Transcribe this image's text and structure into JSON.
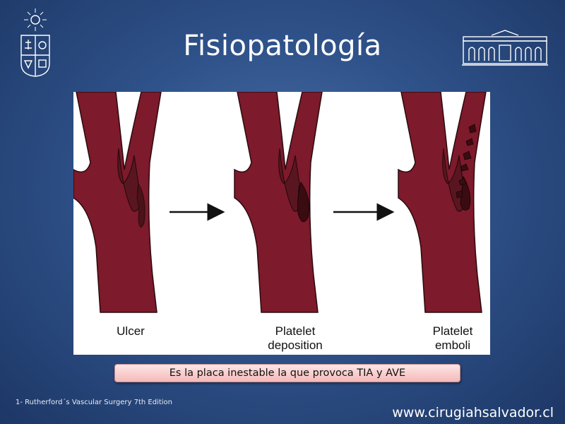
{
  "slide": {
    "title": "Fisiopatología",
    "caption": "Es la placa inestable la que provoca TIA y AVE",
    "reference": "1- Rutherford´s  Vascular Surgery 7th Edition",
    "website": "www.cirugiahsalvador.cl"
  },
  "figure": {
    "stages": [
      {
        "label_line1": "Ulcer",
        "label_line2": ""
      },
      {
        "label_line1": "Platelet",
        "label_line2": "deposition"
      },
      {
        "label_line1": "Platelet",
        "label_line2": "emboli"
      }
    ]
  },
  "colors": {
    "artery": "#7d1a2b",
    "plaque": "#5a1620",
    "thrombus": "#3a0c12",
    "caption_bg": "#f6b8b8"
  },
  "icons": {
    "left_logo": "university-seal-icon",
    "right_logo": "hospital-building-icon",
    "arrows": "arrow-right-icon"
  }
}
